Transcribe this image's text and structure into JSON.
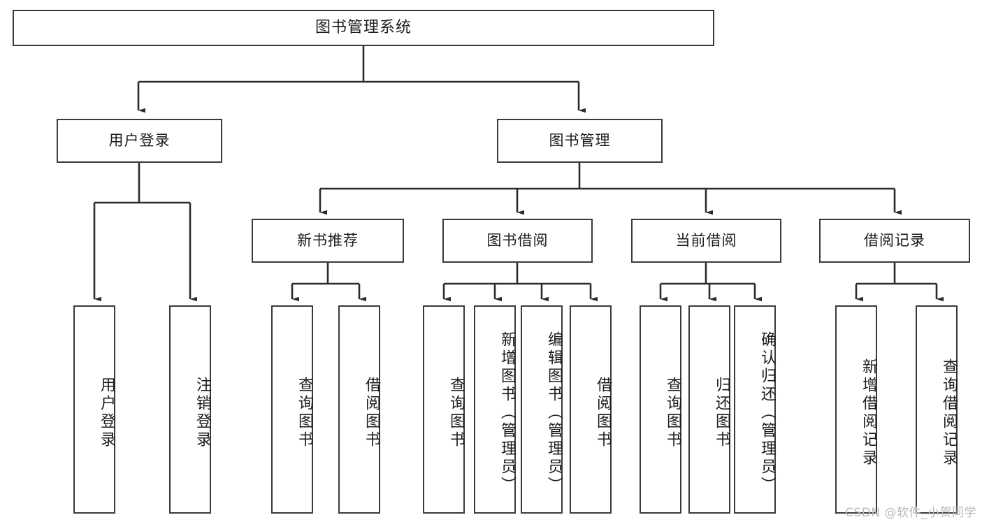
{
  "diagram": {
    "title": "图书管理系统",
    "type": "tree",
    "root": {
      "id": "root",
      "label": "图书管理系统"
    },
    "level1": [
      {
        "id": "user-login",
        "label": "用户登录"
      },
      {
        "id": "book-manage",
        "label": "图书管理"
      }
    ],
    "level2": [
      {
        "id": "new-book-recommend",
        "label": "新书推荐",
        "parent": "book-manage"
      },
      {
        "id": "book-borrow",
        "label": "图书借阅",
        "parent": "book-manage"
      },
      {
        "id": "current-borrow",
        "label": "当前借阅",
        "parent": "book-manage"
      },
      {
        "id": "borrow-record",
        "label": "借阅记录",
        "parent": "book-manage"
      }
    ],
    "leaves": [
      {
        "id": "leaf-user-login",
        "label": "用户登录",
        "parent": "user-login"
      },
      {
        "id": "leaf-user-logout",
        "label": "注销登录",
        "parent": "user-login"
      },
      {
        "id": "leaf-query-book-1",
        "label": "查询图书",
        "parent": "new-book-recommend"
      },
      {
        "id": "leaf-borrow-book-1",
        "label": "借阅图书",
        "parent": "new-book-recommend"
      },
      {
        "id": "leaf-query-book-2",
        "label": "查询图书",
        "parent": "book-borrow"
      },
      {
        "id": "leaf-add-book",
        "label": "新增图书（管理员）",
        "parent": "book-borrow"
      },
      {
        "id": "leaf-edit-book",
        "label": "编辑图书（管理员）",
        "parent": "book-borrow"
      },
      {
        "id": "leaf-borrow-book-2",
        "label": "借阅图书",
        "parent": "book-borrow"
      },
      {
        "id": "leaf-query-book-3",
        "label": "查询图书",
        "parent": "current-borrow"
      },
      {
        "id": "leaf-return-book",
        "label": "归还图书",
        "parent": "current-borrow"
      },
      {
        "id": "leaf-confirm-return",
        "label": "确认归还（管理员）",
        "parent": "current-borrow"
      },
      {
        "id": "leaf-add-record",
        "label": "新增借阅记录",
        "parent": "borrow-record"
      },
      {
        "id": "leaf-query-record",
        "label": "查询借阅记录",
        "parent": "borrow-record"
      }
    ],
    "colors": {
      "box_border": "#3a3a3a",
      "connector": "#2b2b2b",
      "background": "#ffffff",
      "text": "#1c1c1c",
      "watermark": "#b9b9b9"
    }
  },
  "watermark": {
    "text": "CSDN @软件_小贺同学"
  }
}
